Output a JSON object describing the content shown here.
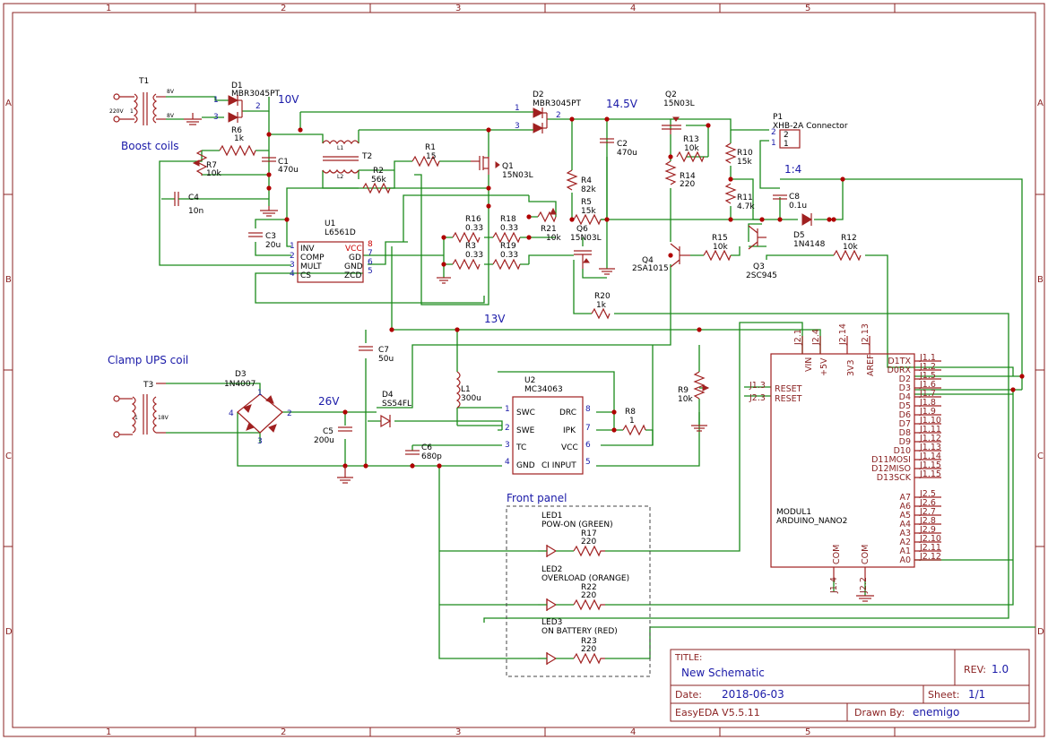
{
  "frame": {
    "columns": [
      "1",
      "2",
      "3",
      "4",
      "5"
    ],
    "rows": [
      "A",
      "B",
      "C",
      "D"
    ]
  },
  "nets": {
    "n10v": "10V",
    "n14v5": "14.5V",
    "n13v": "13V",
    "n26v": "26V",
    "ratio": "1:4"
  },
  "notes": {
    "boost": "Boost coils",
    "clamp": "Clamp UPS coil",
    "front": "Front panel"
  },
  "parts": {
    "T1": {
      "ref": "T1",
      "p1": "220V",
      "p2": "1",
      "s1": "8V",
      "s2": "8V"
    },
    "D1": {
      "ref": "D1",
      "val": "MBR3045PT"
    },
    "D2": {
      "ref": "D2",
      "val": "MBR3045PT"
    },
    "R6": {
      "ref": "R6",
      "val": "1k"
    },
    "R7": {
      "ref": "R7",
      "val": "10k"
    },
    "C1": {
      "ref": "C1",
      "val": "470u"
    },
    "C4": {
      "ref": "C4",
      "val": "10n"
    },
    "C3": {
      "ref": "C3",
      "val": "20u"
    },
    "T2": {
      "ref": "T2",
      "l1": "L1",
      "l2": "L2"
    },
    "R1": {
      "ref": "R1",
      "val": "15"
    },
    "R2": {
      "ref": "R2",
      "val": "56k"
    },
    "Q1": {
      "ref": "Q1",
      "val": "15N03L"
    },
    "C2": {
      "ref": "C2",
      "val": "470u"
    },
    "R4": {
      "ref": "R4",
      "val": "82k"
    },
    "Q2": {
      "ref": "Q2",
      "val": "15N03L"
    },
    "R13": {
      "ref": "R13",
      "val": "10k"
    },
    "R14": {
      "ref": "R14",
      "val": "220"
    },
    "R10": {
      "ref": "R10",
      "val": "15k"
    },
    "R11": {
      "ref": "R11",
      "val": "4.7k"
    },
    "C8": {
      "ref": "C8",
      "val": "0.1u"
    },
    "D5": {
      "ref": "D5",
      "val": "1N4148"
    },
    "P1": {
      "ref": "P1",
      "val": "XHB-2A Connector"
    },
    "R16": {
      "ref": "R16",
      "val": "0.33"
    },
    "R18": {
      "ref": "R18",
      "val": "0.33"
    },
    "R3": {
      "ref": "R3",
      "val": "0.33"
    },
    "R19": {
      "ref": "R19",
      "val": "0.33"
    },
    "R21": {
      "ref": "R21",
      "val": "10k"
    },
    "R5": {
      "ref": "R5",
      "val": "15k"
    },
    "Q6": {
      "ref": "Q6",
      "val": "15N03L"
    },
    "Q4": {
      "ref": "Q4",
      "val": "2SA1015"
    },
    "R15": {
      "ref": "R15",
      "val": "10k"
    },
    "Q3": {
      "ref": "Q3",
      "val": "2SC945"
    },
    "R12": {
      "ref": "R12",
      "val": "10k"
    },
    "R20": {
      "ref": "R20",
      "val": "1k"
    },
    "U1": {
      "ref": "U1",
      "val": "L6561D"
    },
    "C7": {
      "ref": "C7",
      "val": "50u"
    },
    "L1": {
      "ref": "L1",
      "val": "300u"
    },
    "U2": {
      "ref": "U2",
      "val": "MC34063"
    },
    "R8": {
      "ref": "R8",
      "val": "1"
    },
    "R9": {
      "ref": "R9",
      "val": "10k"
    },
    "T3": {
      "ref": "T3",
      "p2": "1",
      "s1": "18V"
    },
    "D3": {
      "ref": "D3",
      "val": "1N4007"
    },
    "D4": {
      "ref": "D4",
      "val": "SS54FL"
    },
    "C5": {
      "ref": "C5",
      "val": "200u"
    },
    "C6": {
      "ref": "C6",
      "val": "680p"
    },
    "LED1": {
      "ref": "LED1",
      "val": "POW-ON (GREEN)"
    },
    "R17": {
      "ref": "R17",
      "val": "220"
    },
    "LED2": {
      "ref": "LED2",
      "val": "OVERLOAD (ORANGE)"
    },
    "R22": {
      "ref": "R22",
      "val": "220"
    },
    "LED3": {
      "ref": "LED3",
      "val": "ON BATTERY (RED)"
    },
    "R23": {
      "ref": "R23",
      "val": "220"
    },
    "MOD": {
      "ref": "MODUL1",
      "val": "ARDUINO_NANO2"
    }
  },
  "u1": {
    "left_nums": [
      "1",
      "2",
      "3",
      "4"
    ],
    "left": [
      "INV",
      "COMP",
      "MULT",
      "CS"
    ],
    "right": [
      "VCC",
      "GD",
      "GND",
      "ZCD"
    ],
    "right_nums": [
      "8",
      "7",
      "6",
      "5"
    ]
  },
  "u2": {
    "left_nums": [
      "1",
      "2",
      "3",
      "4"
    ],
    "left": [
      "SWC",
      "SWE",
      "TC",
      "GND"
    ],
    "right": [
      "DRC",
      "IPK",
      "VCC",
      "CI INPUT"
    ],
    "right_nums": [
      "8",
      "7",
      "6",
      "5"
    ]
  },
  "nano": {
    "top": [
      "J2.1",
      "J2.4",
      "J2.14",
      "J2.13"
    ],
    "top_lbl": [
      "VIN",
      "+5V",
      "3V3",
      "AREF"
    ],
    "reset_pins": [
      "J1.3",
      "J2.3"
    ],
    "reset_lbl": [
      "RESET",
      "RESET"
    ],
    "right_lbl": [
      "D1TX",
      "D0RX",
      "D2",
      "D3",
      "D4",
      "D5",
      "D6",
      "D7",
      "D8",
      "D9",
      "D10",
      "D11MOSI",
      "D12MISO",
      "D13SCK",
      "A7",
      "A6",
      "A5",
      "A4",
      "A3",
      "A2",
      "A1",
      "A0"
    ],
    "right_pins": [
      "J1.1",
      "J1.2",
      "J1.5",
      "J1.6",
      "J1.7",
      "J1.8",
      "J1.9",
      "J1.10",
      "J1.11",
      "J1.12",
      "J1.13",
      "J1.14",
      "J1.15",
      "J1.15",
      "J2.5",
      "J2.6",
      "J2.7",
      "J2.8",
      "J2.9",
      "J2.10",
      "J2.11",
      "J2.12"
    ],
    "bottom": [
      "J1.4",
      "J2.2"
    ],
    "bottom_lbl": [
      "COM",
      "COM"
    ]
  },
  "diode_pins": {
    "d1a": "1",
    "d1b": "3",
    "d1k": "2",
    "d2a": "1",
    "d2b": "3",
    "d2k": "2",
    "d3a": "1",
    "d3b": "2",
    "d3c": "3",
    "d3d": "4"
  },
  "connector_pins": [
    "2",
    "1"
  ],
  "title_block": {
    "title_label": "TITLE:",
    "title": "New Schematic",
    "rev_label": "REV:",
    "rev": "1.0",
    "date_label": "Date:",
    "date": "2018-06-03",
    "sheet_label": "Sheet:",
    "sheet": "1/1",
    "tool": "EasyEDA V5.5.11",
    "drawn_label": "Drawn By:",
    "drawn": "enemigo"
  },
  "colors": {
    "frame": "#8b2323",
    "wire": "#1a8a1a",
    "text_blue": "#1a1aa8"
  }
}
